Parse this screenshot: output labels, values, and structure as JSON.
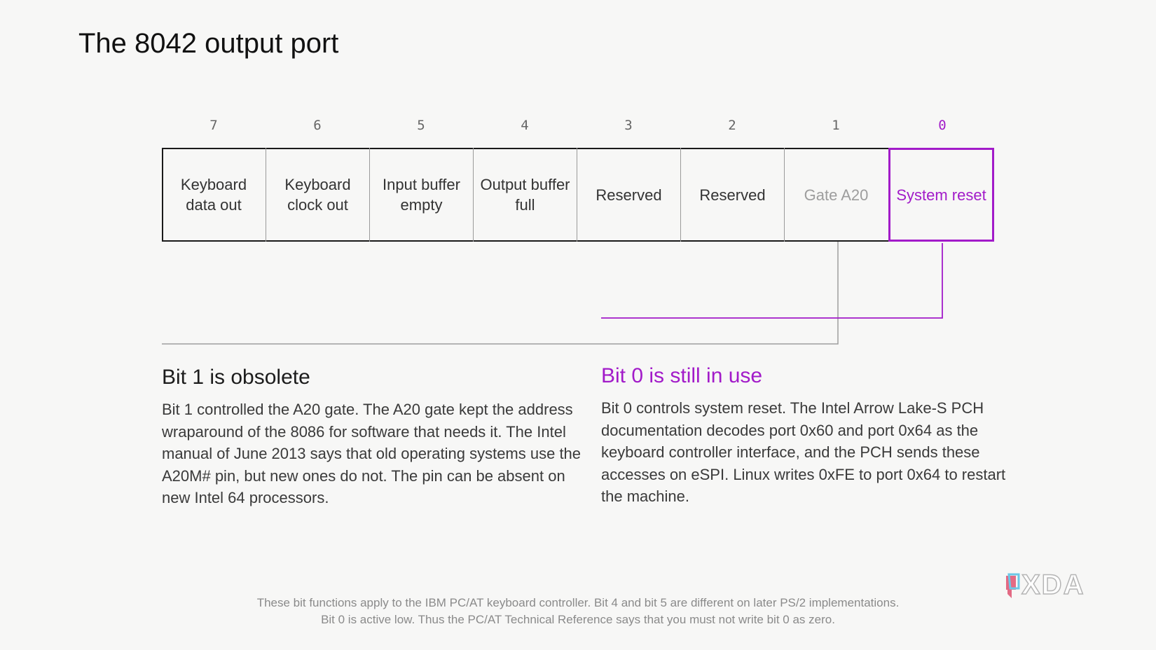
{
  "title": "The 8042 output port",
  "register": {
    "bits": [
      {
        "num": "7",
        "label_lines": [
          "Keyboard",
          "data out"
        ]
      },
      {
        "num": "6",
        "label_lines": [
          "Keyboard",
          "clock out"
        ]
      },
      {
        "num": "5",
        "label_lines": [
          "Input buffer",
          "empty"
        ]
      },
      {
        "num": "4",
        "label_lines": [
          "Output buffer",
          "full"
        ]
      },
      {
        "num": "3",
        "label_lines": [
          "Reserved"
        ]
      },
      {
        "num": "2",
        "label_lines": [
          "Reserved"
        ]
      },
      {
        "num": "1",
        "label_lines": [
          "Gate A20"
        ]
      },
      {
        "num": "0",
        "label_lines": [
          "System reset"
        ]
      }
    ]
  },
  "left_note": {
    "heading": "Bit 1 is obsolete",
    "body": "Bit 1 controlled the A20 gate. The A20 gate kept the address wraparound of the 8086 for software that needs it. The Intel manual of June 2013 says that old operating systems use the A20M# pin, but new ones do not. The pin can be absent on new Intel 64 processors."
  },
  "right_note": {
    "heading": "Bit 0 is still in use",
    "body": "Bit 0 controls system reset. The Intel Arrow Lake-S PCH documentation decodes port 0x60 and port 0x64 as the keyboard controller interface, and the PCH sends these accesses on eSPI. Linux writes 0xFE to port 0x64 to restart the machine."
  },
  "footnote": {
    "line1": "These bit functions apply to the IBM PC/AT keyboard controller. Bit 4 and bit 5 are different on later PS/2 implementations.",
    "line2": "Bit 0 is active low. Thus the PC/AT Technical Reference says that you must not write bit 0 as zero."
  },
  "logo": {
    "text": "XDA"
  },
  "colors": {
    "accent": "#a21bc9",
    "dim": "#9d9d9d",
    "text": "#333333",
    "background": "#f7f7f6"
  }
}
